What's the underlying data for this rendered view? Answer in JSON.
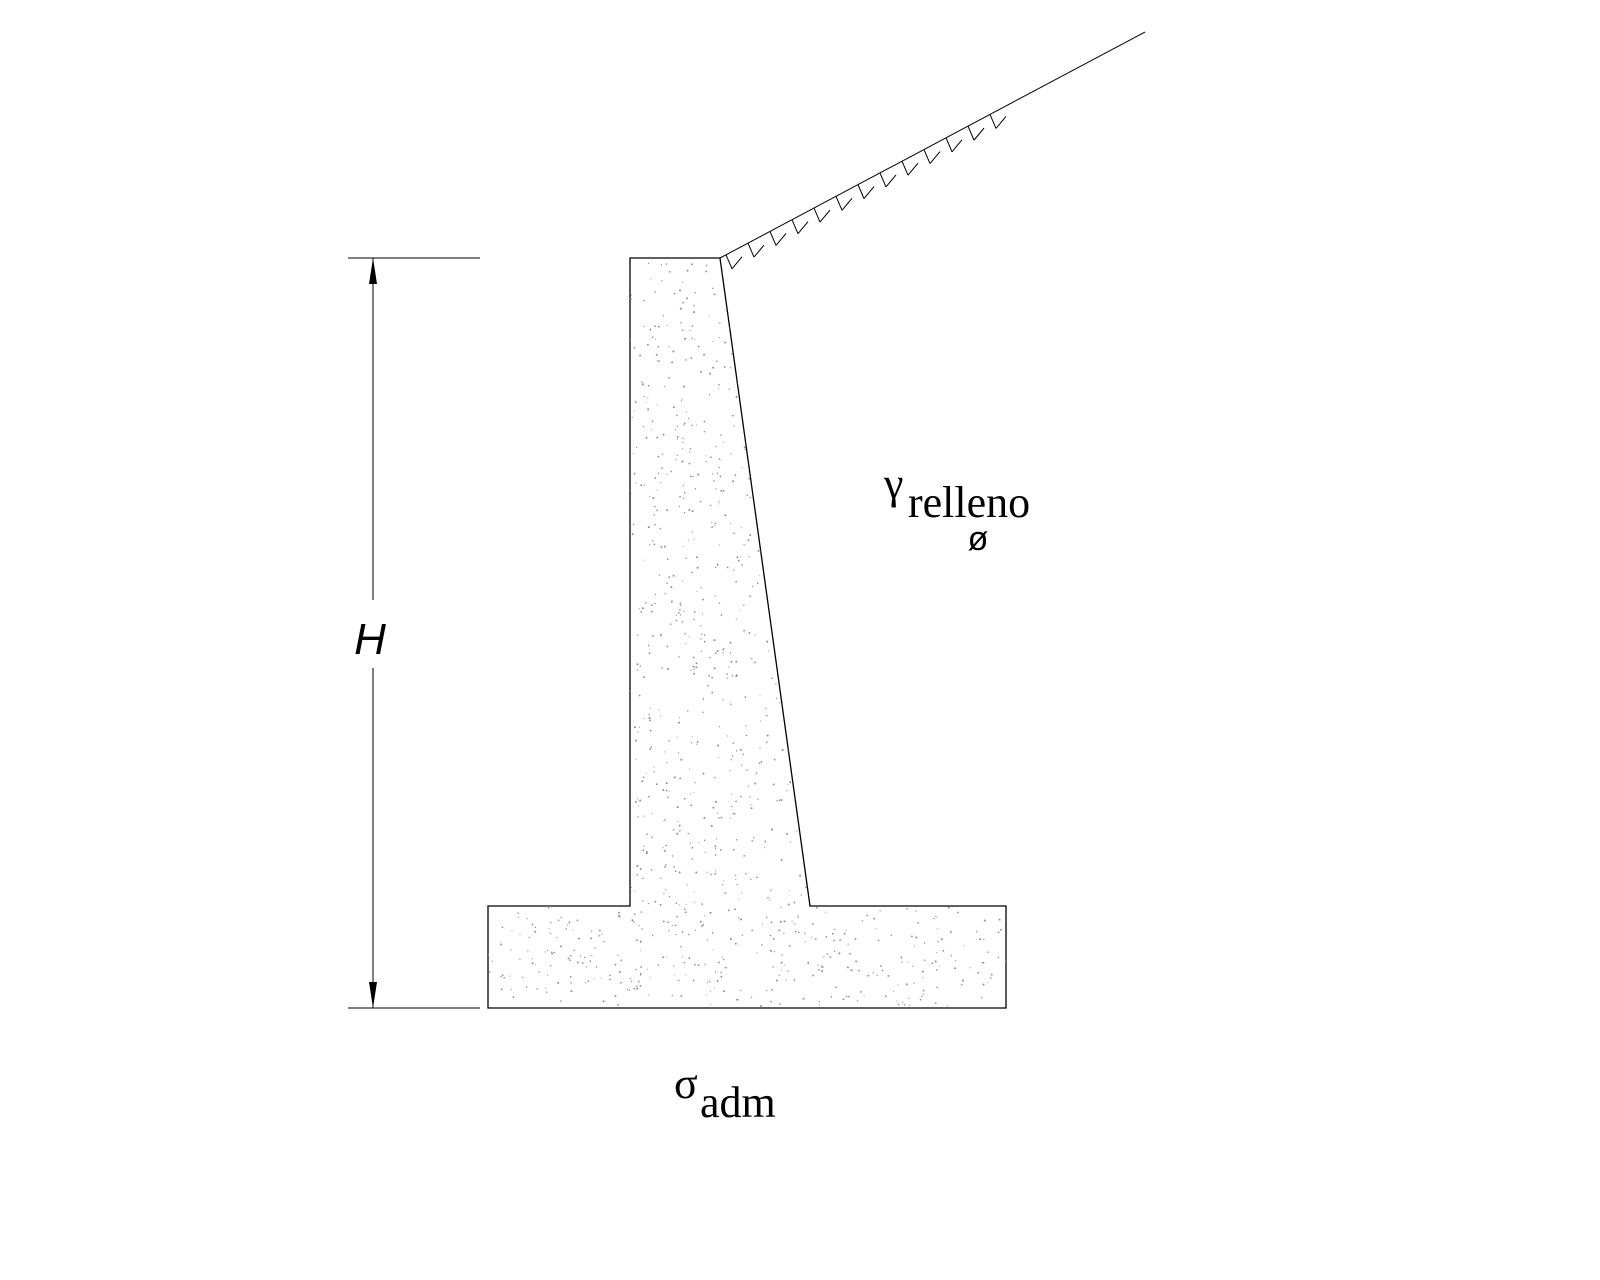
{
  "dimension": {
    "height_symbol": "H"
  },
  "labels": {
    "backfill_unit_weight_symbol": "γ",
    "backfill_unit_weight_subscript": "relleno",
    "friction_angle_symbol": "ø",
    "allowable_stress_symbol": "σ",
    "allowable_stress_subscript": "adm"
  },
  "colors": {
    "line": "#000000",
    "concrete_fill": "#ffffff",
    "concrete_speckle": "#8a8a8a"
  }
}
